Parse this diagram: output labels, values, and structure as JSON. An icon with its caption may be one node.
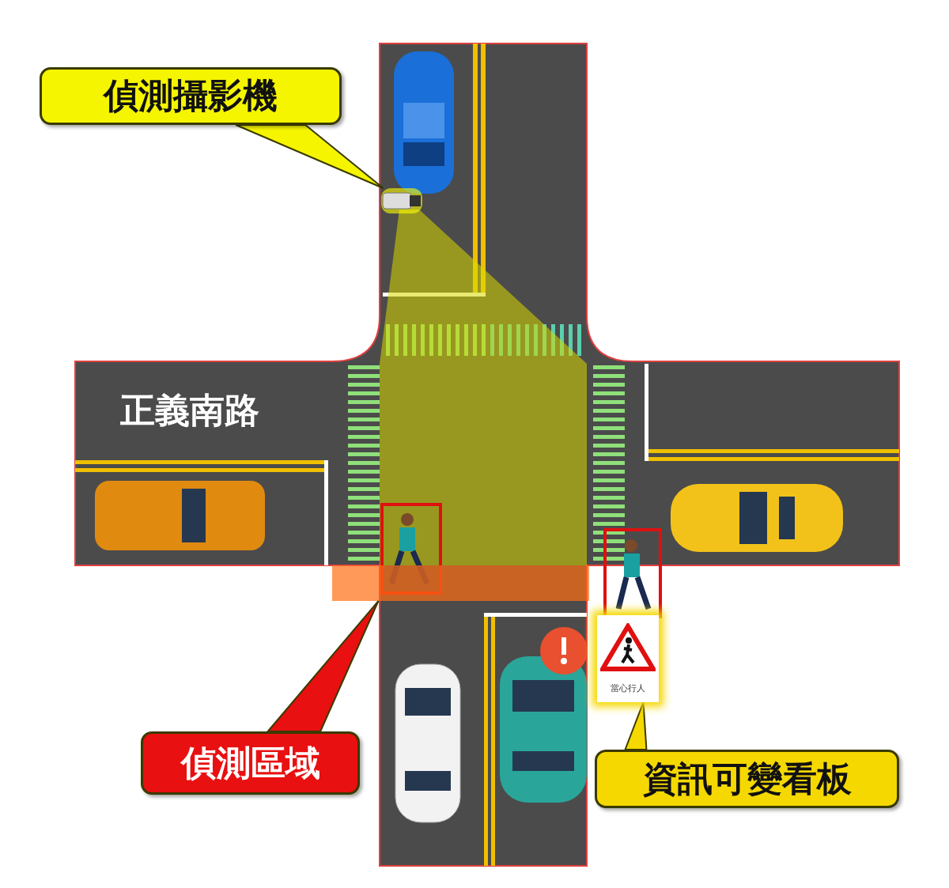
{
  "diagram": {
    "nodes": [
      {
        "text": [
          "偵測攝影機"
        ]
      },
      {
        "text": [],
        "shape": "picture"
      },
      {
        "text": [],
        "shape": "box"
      },
      {
        "text": [
          "偵測區域"
        ]
      },
      {
        "text": [
          "當心行人"
        ]
      },
      {
        "text": [
          "資訊可變看板"
        ]
      }
    ],
    "edges": [
      {
        "from": 0,
        "to": 1,
        "arrow": "none"
      },
      {
        "from": 3,
        "to": 2,
        "arrow": "none"
      },
      {
        "from": 5,
        "to": 4,
        "arrow": "none"
      }
    ],
    "labels": [
      "正義南路"
    ]
  }
}
